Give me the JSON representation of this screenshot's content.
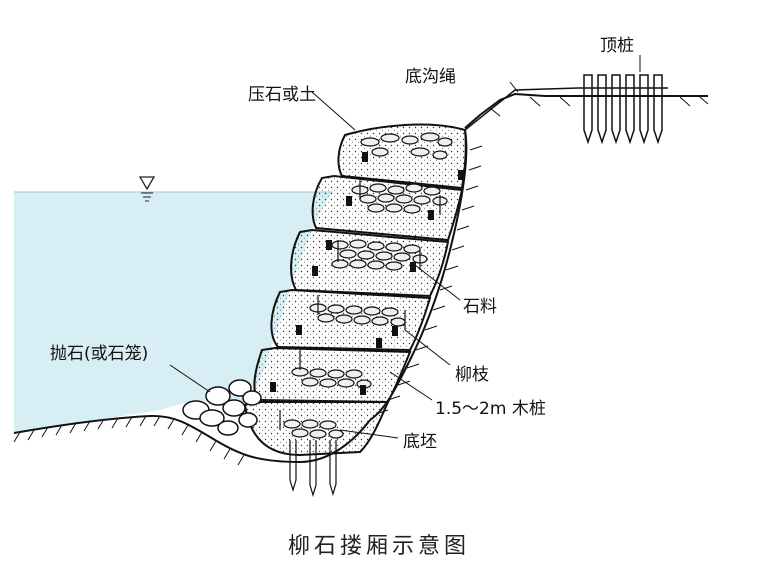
{
  "caption": "柳石搂厢示意图",
  "labels": {
    "top_pile": "顶桩",
    "trench_rope": "底沟绳",
    "press_stone": "压石或土",
    "stone": "石料",
    "willow": "柳枝",
    "wood_pile": "1.5～2m 木桩",
    "bottom_layer": "底坯",
    "riprap": "抛石(或石笼)"
  },
  "colors": {
    "water": "#d6eef4",
    "line": "#111111",
    "layer_fill": "#ffffff",
    "stone_fill": "#f0f0f0"
  },
  "icons": {
    "water_level": "water-level-triangle-icon"
  }
}
